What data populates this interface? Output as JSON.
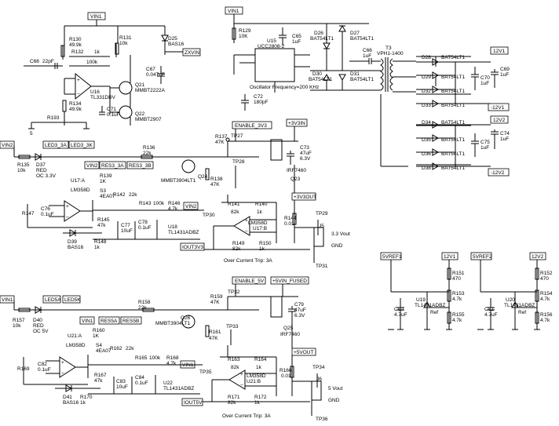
{
  "nets": {
    "vin1_top": "VIN1",
    "vin1_top_right": "VIN1",
    "zxvin": "ZXVIN",
    "v12_1": "12V1",
    "m12v1": "-12V1",
    "v12_2": "12V2",
    "m12v2": "-12V2",
    "enable_3v3": "ENABLE_3V3",
    "p3v3in": "+3V3IN",
    "p3v3out": "+3V3OUT",
    "vin2_a": "VIN2",
    "vin2_b": "VIN2",
    "vin2_c": "VIN2",
    "led3_3a": "LED3_3A",
    "led3_3k": "LED3_3K",
    "res3_3a": "RES3_3A",
    "res3_3b": "RES3_3B",
    "iout3v3": "IOUT3V3",
    "enable_5v": "ENABLE_5V",
    "p5vin_fused": "+5VIN_FUSED",
    "p5vout": "+5VOUT",
    "vin1_a": "VIN1",
    "vin1_b": "VIN1",
    "vin1_c": "VIN1",
    "led5a": "LED5A",
    "led5k": "LED5K",
    "res5a": "RES5A",
    "res5b": "RES5B",
    "iout5v": "IOUT5V",
    "v5ref1": "5VREF1",
    "v12_1b": "12V1",
    "v5ref2": "5VREF2",
    "v12_2b": "12V2"
  },
  "labels": {
    "r130": "R130",
    "r130v": "49.9k",
    "r131": "R131",
    "r131v": "10k",
    "r132": "R132",
    "r132v": "1k",
    "r133v": "100k",
    "d25": "D25",
    "d25v": "BAS16",
    "c68": "C68",
    "c68v": "22pF",
    "c67": "C67",
    "c67v": "0.047uF",
    "u16": "U16",
    "u16v": "TL331DBV",
    "q21": "Q21",
    "q21v": "MMBT2222A",
    "q22": "Q22",
    "q22v": "MMBT2907",
    "r134": "R134",
    "r134v": "49.9k",
    "c71": "C71",
    "c71v": "0.1uF",
    "r193": "R193",
    "r129": "R129",
    "r129v": "10K",
    "u15": "U15",
    "u15v": "UCC2808-2",
    "c65": "C65",
    "c65v": "1uF",
    "d26": "D26",
    "d26v": "BAT54LT1",
    "d27": "D27",
    "d27v": "BAT54LT1",
    "c66": "C66",
    "c66v": "1uF",
    "t3": "T3",
    "t3v": "VPH1-1400",
    "d30": "D30",
    "d30v": "BAT54LT1",
    "d31": "D31",
    "d31v": "BAT54LT1",
    "osc": "Oscillator Frequency=200 KHz",
    "c72": "C72",
    "c72v": "180pF",
    "d28": "D28",
    "d29": "D29",
    "d32": "D32",
    "d33": "D33",
    "d34": "D34",
    "d35": "D35",
    "d36": "D36",
    "d38": "D38",
    "bat": "BAT54LT1",
    "c70": "C70",
    "c70v": "1uF",
    "c69": "C69",
    "c69v": "1uF",
    "c75": "C75",
    "c75v": "1uF",
    "c74": "C74",
    "c74v": "1uF",
    "r137": "R137",
    "r137v": "47K",
    "tp27": "TP27",
    "c73": "C73",
    "c73v": "47uF",
    "c73v2": "6.3V",
    "q23": "Q23",
    "q23v": "IRF7460",
    "tp28": "TP28",
    "r135": "R135",
    "r135v": "10k",
    "d37": "D37",
    "d37v": "RED",
    "d37v2": "OC 3.3V",
    "r136": "R136",
    "r136v": "22k",
    "q24": "Q24",
    "q24v": "MMBT3904LT1",
    "r138": "R138",
    "r138v": "47K",
    "u17a": "U17:A",
    "u17av": "LM358D",
    "r139": "R139",
    "r139v": "1K",
    "s3": "S3",
    "s3v": "4EA07",
    "r142": "R142",
    "r142v": "22k",
    "r143": "R143",
    "r143v": "100k",
    "r146": "R146",
    "r146v": "4.7k",
    "c76": "C76",
    "c76v": "0.1uF",
    "r147": "R147",
    "r145": "R145",
    "r145v": "47k",
    "c77": "C77",
    "c77v": "10uF",
    "c78": "C78",
    "c78v": "0.1uF",
    "u18": "U18",
    "u18v": "TL1431ADBZ",
    "d39": "D39",
    "d39v": "BAS16",
    "r148": "R148",
    "r148v": "1k",
    "tp30": "TP30",
    "r141": "R141",
    "r141v": "82k",
    "r140": "R140",
    "r140v": "1k",
    "u17b": "U17:B",
    "u17bv": "LM358D",
    "r144": "R144",
    "r144v": "0.01",
    "tp29": "TP29",
    "r149": "R149",
    "r149v": "82k",
    "r150": "R150",
    "r150v": "1k",
    "j5": "J5",
    "vout33": "3.3 Vout",
    "gnd1": "GND",
    "tp31": "TP31",
    "oct1": "Over Current Trip: 3A",
    "r151": "R151",
    "r151v": "470",
    "r153": "R153",
    "r153v": "4.7k",
    "r155": "R155",
    "r155v": "4.7k",
    "c80": "C80",
    "c80v": "4.7uF",
    "u19": "U19",
    "u19v": "TL1431ADBZ",
    "ref": "Ref",
    "c81": "C81",
    "c81v": "4.7uF",
    "u20": "U20",
    "u20v": "TL1431ADBZ",
    "r152": "R152",
    "r152v": "470",
    "r154": "R154",
    "r154v": "4.7k",
    "r156": "R156",
    "r156v": "4.7k",
    "r157": "R157",
    "r157v": "10k",
    "d40": "D40",
    "d40v": "RED",
    "d40v2": "OC 5V",
    "r158": "R158",
    "r158v": "22k",
    "r159": "R159",
    "r159v": "47K",
    "tp32": "TP32",
    "c79": "C79",
    "c79v": "47uF",
    "c79v2": "6.3V",
    "q25": "Q25",
    "q25v": "IRF7460",
    "q26": "Q26",
    "q26v": "MMBT3904LT1",
    "r161": "R161",
    "r161v": "47K",
    "tp33": "TP33",
    "u21a": "U21:A",
    "u21av": "LM358D",
    "r160": "R160",
    "r160v": "1K",
    "s4": "S4",
    "s4v": "4EA07",
    "r162": "R162",
    "r162v": "22k",
    "r165": "R165",
    "r165v": "100k",
    "r168": "R168",
    "r168v": "4.7k",
    "c82": "C82",
    "c82v": "0.1uF",
    "r169": "R169",
    "r167": "R167",
    "r167v": "47k",
    "c83": "C83",
    "c83v": "10uF",
    "c84": "C84",
    "c84v": "0.1uF",
    "u22": "U22",
    "u22v": "TL1431ADBZ",
    "d41": "D41",
    "d41v": "BAS16",
    "r170": "R170",
    "r170v": "1k",
    "tp35": "TP35",
    "r163": "R163",
    "r163v": "82k",
    "r164": "R164",
    "r164v": "1k",
    "u21b": "U21:B",
    "u21bv": "LM358D",
    "r166": "R166",
    "r166v": "0.01",
    "tp34": "TP34",
    "r171": "R171",
    "r171v": "82k",
    "r172": "R172",
    "r172v": "1k",
    "j6": "J6",
    "vout5": "5 Vout",
    "gnd2": "GND",
    "tp36": "TP36",
    "oct2": "Over Current Trip: 3A"
  }
}
